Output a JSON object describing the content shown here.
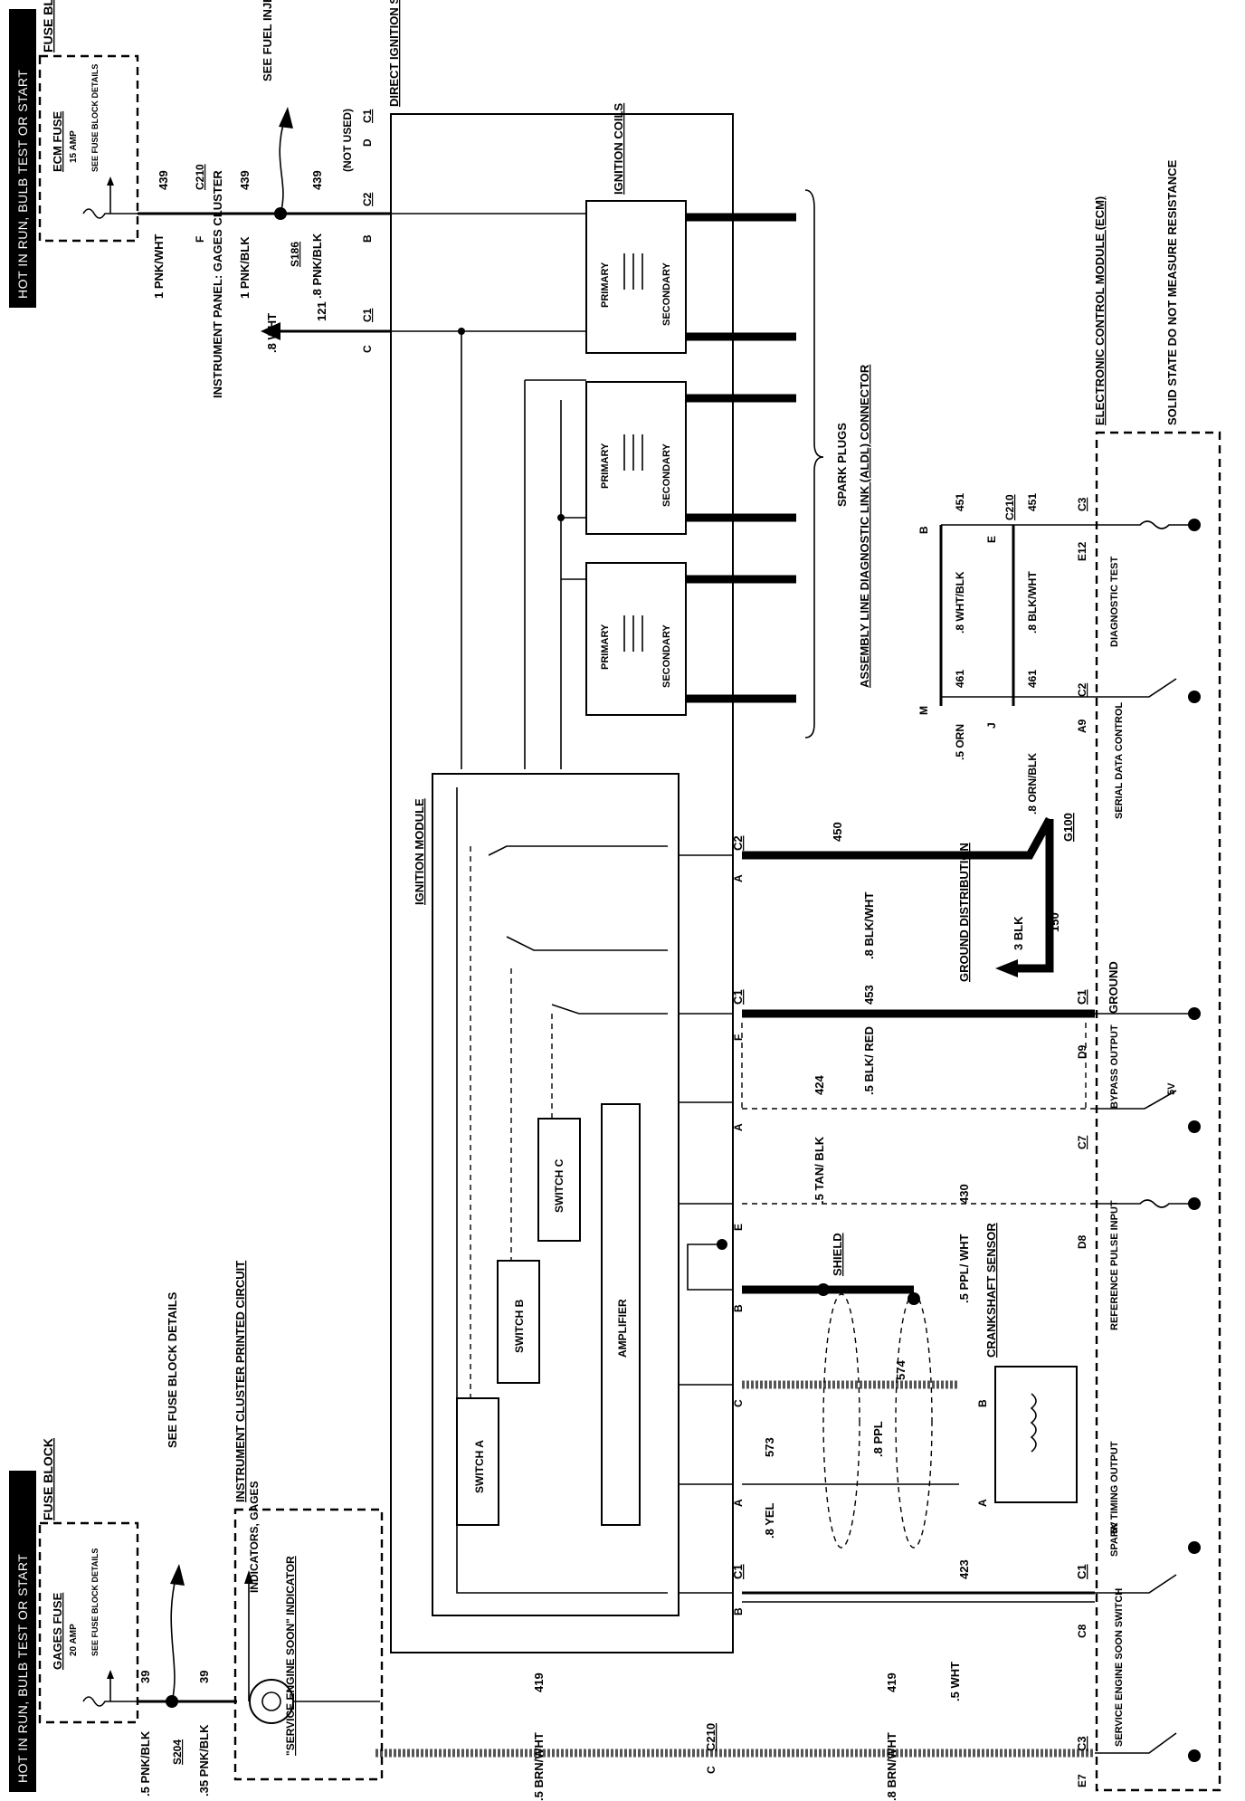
{
  "banner_top": "HOT IN RUN, BULB TEST OR START",
  "banner_bottom": "HOT IN RUN, BULB TEST OR START",
  "fuse_block_top": {
    "title": "FUSE BLOCK",
    "fuse_name": "ECM FUSE",
    "fuse_rating": "15 AMP",
    "note": "SEE FUSE BLOCK DETAILS"
  },
  "fuse_block_bottom": {
    "title": "FUSE BLOCK",
    "fuse_name": "GAGES FUSE",
    "fuse_rating": "20 AMP",
    "note": "SEE FUSE BLOCK DETAILS"
  },
  "refs": {
    "see_fuel_injectors": "SEE FUEL INJECTORS",
    "see_fuse_block": "SEE FUSE BLOCK DETAILS",
    "instrument_panel": "INSTRUMENT PANEL: GAGES CLUSTER"
  },
  "dis": {
    "title": "DIRECT IGNITION SYSTEM (DIS)"
  },
  "ignition_coils": {
    "title": "IGNITION COILS",
    "primary": "PRIMARY",
    "secondary": "SECONDARY"
  },
  "spark_plugs": "SPARK PLUGS",
  "ignition_module": {
    "title": "IGNITION MODULE",
    "switch_a": "SWITCH A",
    "switch_b": "SWITCH B",
    "switch_c": "SWITCH C",
    "amplifier": "AMPLIFIER"
  },
  "instrument_cluster": {
    "title": "INSTRUMENT CLUSTER PRINTED CIRCUIT",
    "indicators": "INDICATORS, GAGES",
    "ses_indicator": "\"SERVICE ENGINE SOON\" INDICATOR"
  },
  "ecm": {
    "title": "ELECTRONIC CONTROL MODULE (ECM)",
    "note": "SOLID STATE DO NOT MEASURE RESISTANCE",
    "diagnostic_test": "DIAGNOSTIC TEST",
    "serial_data": "SERIAL DATA CONTROL",
    "ground": "GROUND",
    "bypass": "BYPASS OUTPUT",
    "five_v": "5V",
    "reference": "REFERENCE PULSE INPUT",
    "spark_timing": "SPARK TIMING OUTPUT",
    "ses_switch": "SERVICE ENGINE SOON SWITCH"
  },
  "aldl": "ASSEMBLY LINE DIAGNOSTIC LINK (ALDL) CONNECTOR",
  "ground_distribution": "GROUND DISTRIBUTION",
  "crankshaft_sensor": "CRANKSHAFT SENSOR",
  "shield": "SHIELD",
  "not_used": "(NOT USED)",
  "wires": {
    "w439a": "1 PNK/WHT",
    "c439a": "439",
    "w439b": "1 PNK/BLK",
    "c439b": "439",
    "w439c": ".8 PNK/BLK",
    "c439c": "439",
    "w121": ".8 WHT",
    "c121": "121",
    "w450": ".8 BLK/WHT",
    "c450": "450",
    "w150": "3 BLK",
    "c150": "150",
    "w453": "453",
    "w424": ".5 BLK/ RED",
    "c424": "424",
    "w430a": ".5 TAN/ BLK",
    "w430": ".5 PPL/ WHT",
    "c430": "430",
    "w574": ".8 PPL",
    "c574": "574",
    "w573": ".8 YEL",
    "c573": "573",
    "w423": ".5 WHT",
    "c423": "423",
    "w419a": ".5 BRN/WHT",
    "c419a": "419",
    "w419b": ".8 BRN/WHT",
    "c419b": "419",
    "w451a": ".8 WHT/BLK",
    "c451a": "451",
    "w451b": ".8 BLK/WHT",
    "c451b": "451",
    "w461a": ".5 ORN",
    "c461a": "461",
    "w461b": ".8 ORN/BLK",
    "c461b": "461",
    "w39a": ".5 PNK/BLK",
    "c39a": "39",
    "w39b": ".35 PNK/BLK",
    "c39b": "39"
  },
  "connectors": {
    "c210": "C210",
    "c1": "C1",
    "c2": "C2",
    "c3": "C3",
    "s186": "S186",
    "s204": "S204",
    "g100": "G100"
  },
  "pins": {
    "p_f": "F",
    "p_b": "B",
    "p_c": "C",
    "p_d": "D",
    "p_a": "A",
    "p_e": "E",
    "p_m": "M",
    "p_j": "J",
    "p_a9": "A9",
    "p_e12": "E12",
    "p_d9": "D9",
    "p_c7": "C7",
    "p_d8": "D8",
    "p_c8": "C8",
    "p_e7": "E7"
  }
}
